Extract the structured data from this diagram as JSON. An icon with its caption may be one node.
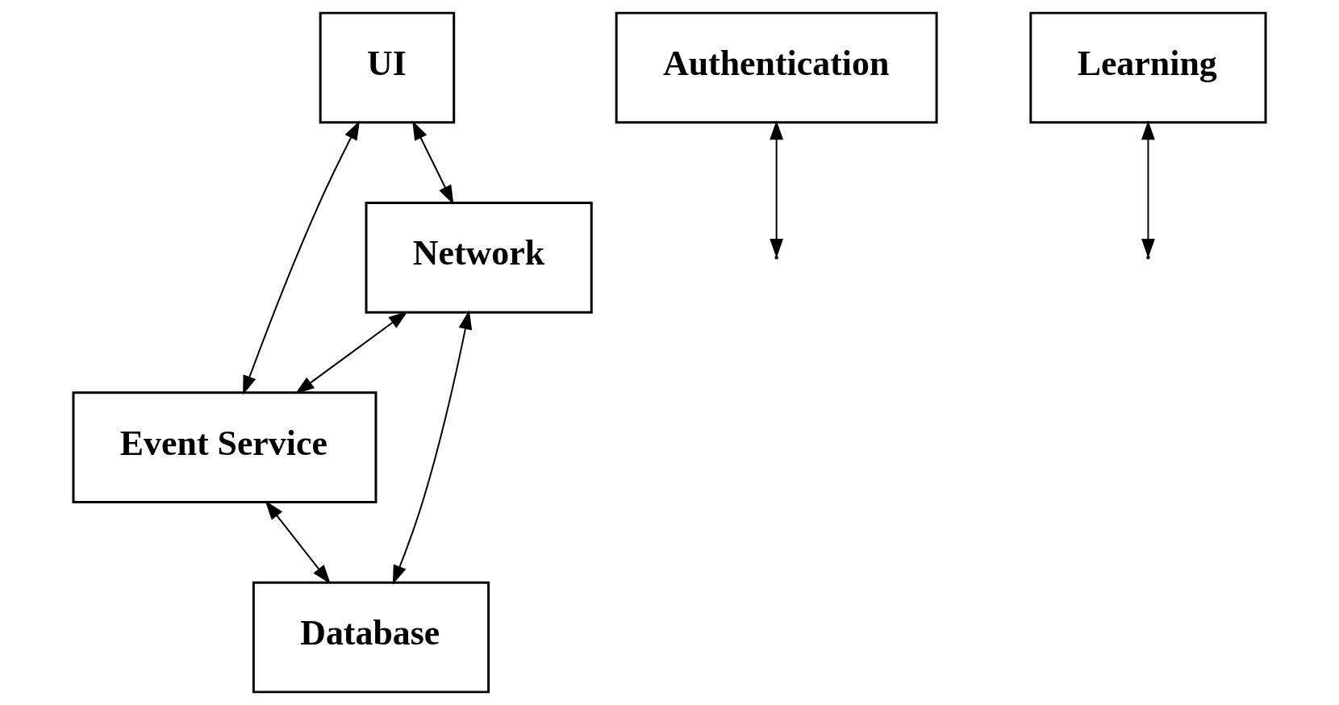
{
  "diagram": {
    "nodes": [
      {
        "text": [
          "UI"
        ]
      },
      {
        "text": [
          "Authentication"
        ]
      },
      {
        "text": [
          "Network"
        ]
      },
      {
        "text": [
          "Event Service"
        ]
      },
      {
        "text": [
          "Learning"
        ]
      },
      {
        "text": [
          "Database"
        ]
      }
    ],
    "edges": [
      {
        "from": 0,
        "to": 2,
        "arrow": "both"
      },
      {
        "from": 1,
        "to": null,
        "arrow": "both"
      },
      {
        "from": 0,
        "to": 3,
        "arrow": "both"
      },
      {
        "from": 2,
        "to": 3,
        "arrow": "both"
      },
      {
        "from": 4,
        "to": null,
        "arrow": "both"
      },
      {
        "from": 2,
        "to": 5,
        "arrow": "both"
      },
      {
        "from": 3,
        "to": 5,
        "arrow": "both"
      }
    ]
  }
}
